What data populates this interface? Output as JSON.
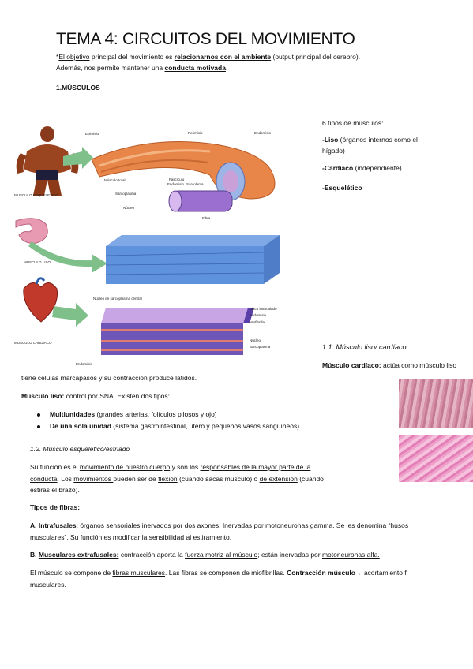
{
  "title": "TEMA 4: CIRCUITOS DEL MOVIMIENTO",
  "intro": {
    "asterisk": "*",
    "objetivo": "El objetivo",
    "text1": " principal del movimiento es ",
    "relacionarnos": "relacionarnos con el ambiente",
    "text2": " (output principal del cerebro).",
    "line2a": "Además, nos permite mantener una ",
    "conducta": "conducta motivada",
    "line2b": "."
  },
  "section1": "1.MÚSCULOS",
  "figure_labels": {
    "epimisio": "Epimisio",
    "perimisio": "Perimisio",
    "endomisio_top": "Endomisio",
    "musculo_total": "Músculo total",
    "fasciculo": "Fascículo",
    "endomisio_mid": "Endomisio",
    "sarcolema": "Sarcolema",
    "sarcoplasma": "Sarcoplasma",
    "nucleo": "Núcleo",
    "fibra": "Fibra",
    "esqueletico": "MUSCULO ESQUELETICO",
    "liso": "MUSCULO LISO",
    "nucleo_central": "Núcleo en sarcoplasma central",
    "disco": "Disco intercalado",
    "endomisio_c": "Endomisio",
    "miofibrilla": "Miofibrilla",
    "nucleo_c": "Núcleo",
    "sarcoplasma_c": "Sarcoplasma",
    "cardiaco": "MUSCULO CARDIACO",
    "endomisio_bottom": "Endomisio"
  },
  "types": {
    "heading": "6 tipos de músculos:",
    "liso_label": "-Liso",
    "liso_desc": " (órganos internos como el",
    "liso_desc2": "hígado)",
    "cardiaco_label": "-Cardíaco",
    "cardiaco_desc": " (independiente)",
    "esqueletico_label": "-Esquelético"
  },
  "sub11": "1.1.  Músculo liso/ cardíaco",
  "cardiaco_para": {
    "label": "Músculo cardíaco:",
    "text": " actúa como músculo liso",
    "cont": "tiene células marcapasos y su contracción produce latidos."
  },
  "liso_para": {
    "label": "Músculo liso:",
    "text": " control por SNA. Existen dos tipos:"
  },
  "bullets": [
    {
      "bold": "Multiunidades",
      "text": " (grandes arterias, folículos pilosos y ojo)"
    },
    {
      "bold": "De una sola unidad",
      "text": " (sistema gastrointestinal, útero y pequeños vasos sanguíneos)."
    }
  ],
  "sub12": "1.2. Músculo esquelético/estriado",
  "func": {
    "a": "Su función es el ",
    "b": "movimiento de nuestro cuerpo",
    "c": " y son los ",
    "d": "responsables de la mayor parte de la",
    "e": "conducta",
    "f": ".     Los ",
    "g": "movimientos ",
    "h": "pueden ser de ",
    "i": "flexión",
    "j": " (cuando sacas músculo) o ",
    "k": "de extensión",
    "l": " (cuando",
    "m": "estiras el brazo)."
  },
  "tipos_fibras": "Tipos de fibras:",
  "fibraA": {
    "prefix": "A. ",
    "label": "Intrafusales",
    "text": ": órganos sensoriales inervados por dos axones. Inervadas por motoneuronas gamma. Se les denomina “husos",
    "line2": "musculares”. Su función es modificar la sensibilidad al estiramiento."
  },
  "fibraB": {
    "prefix": "B. ",
    "label": "Musculares extrafusales:",
    "t1": " contracción aporta la ",
    "fuerza": "fuerza motriz al músculo",
    "t2": "; están inervadas por ",
    "moto": "motoneuronas alfa."
  },
  "final": {
    "a": "El músculo se compone de ",
    "fibras": "fibras musculares",
    "b": ".  Las fibras se componen de miofibrillas. ",
    "bold": "Contracción músculo",
    "arrow": "→",
    "c": " acortamiento f",
    "line2": "musculares."
  }
}
